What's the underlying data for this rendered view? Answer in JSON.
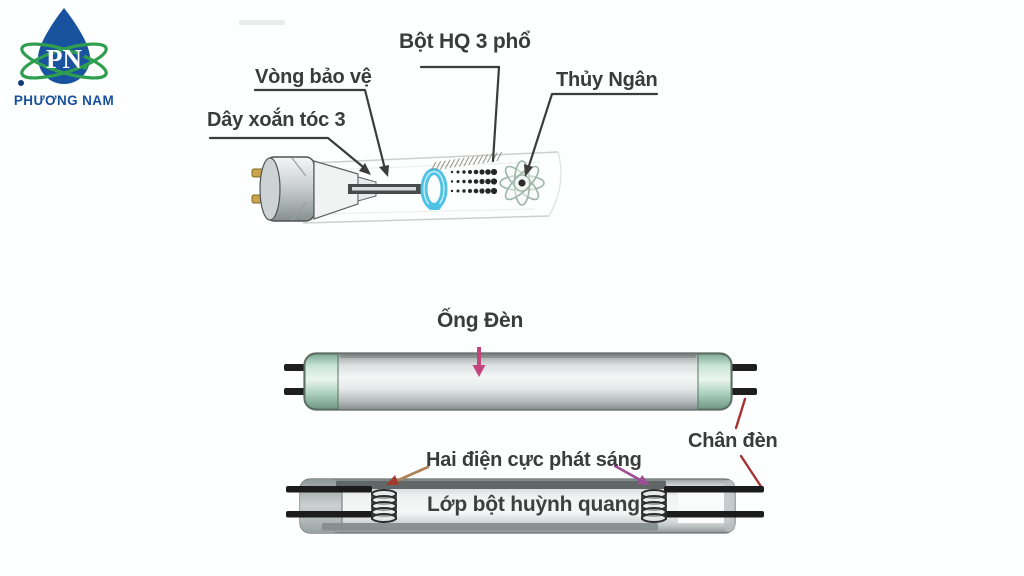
{
  "logo": {
    "initials": "PN",
    "company": "PHƯƠNG NAM",
    "colors": {
      "drop": "#19539f",
      "orbit": "#2f9e4e",
      "company_text": "#17509e"
    }
  },
  "upper_diagram": {
    "labels": {
      "powder": "Bột HQ 3 phổ",
      "guard_ring": "Vòng bảo vệ",
      "filament": "Dây xoắn tóc 3",
      "mercury": "Thủy Ngân"
    },
    "colors": {
      "leader_line": "#3c3c3c",
      "guard_ring_fill": "#4ec3e4",
      "pin_gold": "#c9a44a",
      "mercury_atom_outline": "#9db5ab"
    }
  },
  "lower_diagram": {
    "labels": {
      "tube": "Ống Đèn",
      "lamp_pins": "Chân đèn",
      "electrodes": "Hai điện cực phát sáng",
      "phosphor_layer": "Lớp bột huỳnh quang"
    },
    "colors": {
      "tube_pointer_arrow": "#c2457d",
      "pin_pointer_line": "#a83232",
      "electrode_arrow_left": "#ad8257",
      "electrode_arrowhead_left": "#a33a2c",
      "electrode_arrow_right": "#9c4d93",
      "end_cap_mint": "#a9cfbc",
      "pin_black": "#1f1f1f"
    }
  }
}
